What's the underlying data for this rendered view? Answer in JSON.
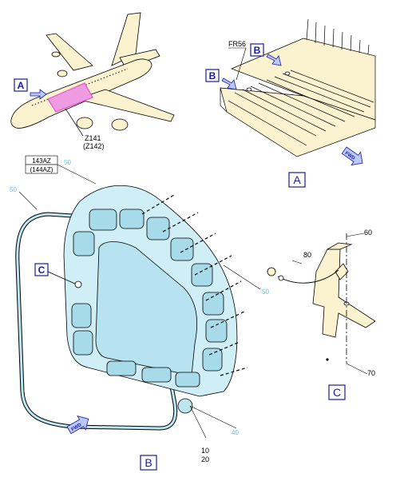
{
  "callouts": {
    "A_box": "A",
    "B_box": "B",
    "C_box": "C",
    "view_A_label": "A",
    "view_B_label": "B",
    "view_C_label": "C"
  },
  "aircraft": {
    "zone_primary": "Z141",
    "zone_secondary": "(Z142)"
  },
  "view_A": {
    "frame_label": "FR56"
  },
  "view_B": {
    "panel_primary": "143AZ",
    "panel_secondary": "(144AZ)",
    "item_50_a": "50",
    "item_50_b": "50",
    "item_50_c": "50",
    "item_40": "40",
    "item_10": "10",
    "item_20": "20"
  },
  "view_C": {
    "item_60": "60",
    "item_80": "80",
    "item_70": "70"
  },
  "fwd_label": "FWD",
  "colors": {
    "callout_blue": "#1a1aa0",
    "panel_fill": "#cfeef6",
    "seal_fill": "#bde7f0",
    "structure_fill": "#fbf3cf",
    "highlight": "#e64fd1",
    "ref_text": "#5fc3dd",
    "arrow_fill": "#b9c8ff"
  }
}
